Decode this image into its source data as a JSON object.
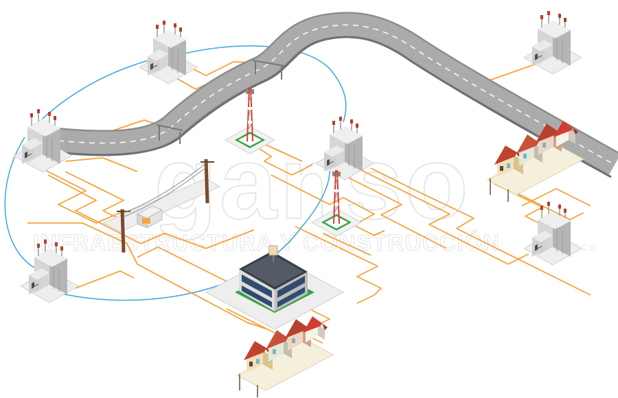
{
  "watermark": {
    "logo": "ganso",
    "tagline": "INFRAESTRUCTURA Y CONSTRUCCIÓN",
    "mark": "S.A. DE C.V."
  },
  "colors": {
    "fiber_orange": "#f7a035",
    "wireless_blue": "#3ba2dc",
    "road_gray": "#a9a9a9",
    "road_edge": "#8c8c8c",
    "road_center": "#ffffff",
    "grass": "#2f9e44",
    "building_light": "#e4e4e4",
    "building_mid": "#c9c9c9",
    "building_dark": "#aeaeae",
    "tower_red": "#d93a2b",
    "roof_red": "#b8402e",
    "office_blue": "#2f4c6e"
  },
  "nodes": [
    {
      "name": "central-office-top-left",
      "icon": "telecom-building-icon"
    },
    {
      "name": "central-office-left",
      "icon": "telecom-building-icon"
    },
    {
      "name": "central-office-bottom-left",
      "icon": "telecom-building-icon"
    },
    {
      "name": "central-office-center",
      "icon": "telecom-building-icon"
    },
    {
      "name": "central-office-top-right",
      "icon": "telecom-building-icon"
    },
    {
      "name": "central-office-right",
      "icon": "telecom-building-icon"
    },
    {
      "name": "antenna-tower-top",
      "icon": "radio-tower-icon"
    },
    {
      "name": "antenna-tower-center",
      "icon": "radio-tower-icon"
    },
    {
      "name": "office-building",
      "icon": "office-building-icon"
    },
    {
      "name": "homes-right",
      "icon": "houses-icon"
    },
    {
      "name": "homes-bottom",
      "icon": "houses-icon"
    },
    {
      "name": "utility-poles",
      "icon": "utility-pole-icon"
    }
  ]
}
